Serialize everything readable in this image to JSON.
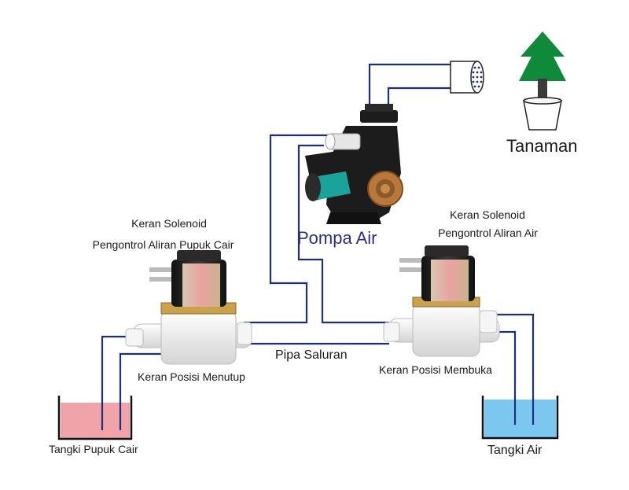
{
  "labels": {
    "plant": "Tanaman",
    "pump": "Pompa Air",
    "valve_left_title_1": "Keran Solenoid",
    "valve_left_title_2": "Pengontrol Aliran Pupuk Cair",
    "valve_right_title_1": "Keran Solenoid",
    "valve_right_title_2": "Pengontrol Aliran Air",
    "pipe": "Pipa Saluran",
    "valve_left_state": "Keran Posisi Menutup",
    "valve_right_state": "Keran Posisi Membuka",
    "tank_fertilizer": "Tangki Pupuk Cair",
    "tank_water": "Tangki Air"
  },
  "colors": {
    "pipe": "#1f2f7a",
    "fertilizer_liquid": "#f1a3aa",
    "water_liquid": "#7cc7f0",
    "tree": "#0f8a3a",
    "pump_label": "#2b2f86",
    "valve_body": "#f2f2f2",
    "coil": "#2a2a2a",
    "bracket": "#c9a24a",
    "pump_body": "#1c1c1c",
    "pump_motor": "#1aa39a",
    "pump_flange": "#b9783a"
  },
  "icons": {
    "plant": "pine-tree-pot-icon",
    "pump": "water-pump-icon",
    "valve": "solenoid-valve-icon",
    "sprinkler": "sprinkler-head-icon",
    "tank": "tank-icon"
  }
}
